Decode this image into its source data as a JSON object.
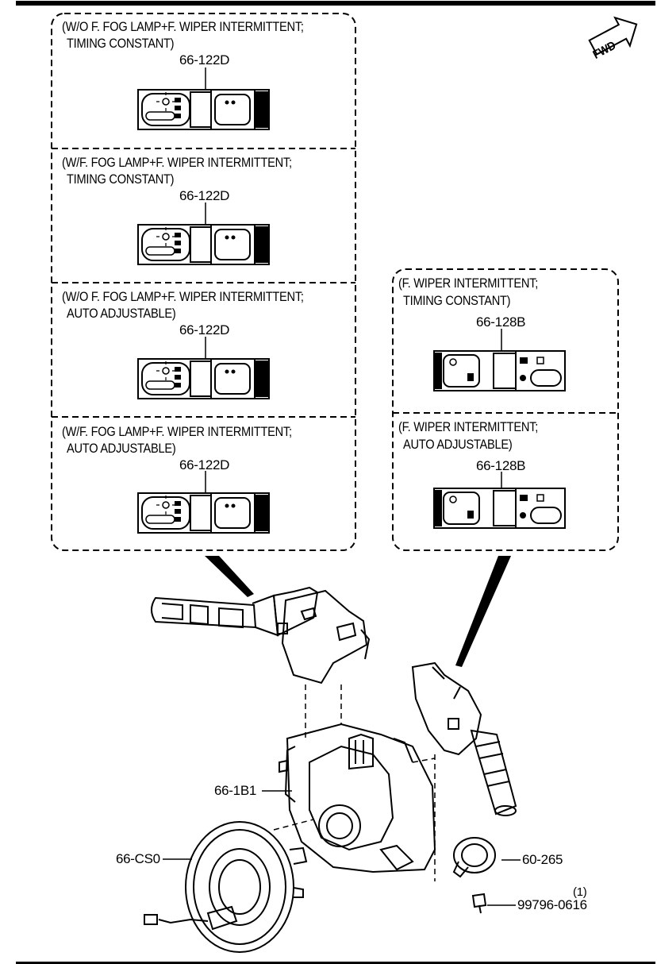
{
  "orientation": {
    "label": "FWD"
  },
  "left_variants": [
    {
      "condition_line1": "(W/O F. FOG LAMP+F. WIPER INTERMITTENT;",
      "condition_line2": "TIMING CONSTANT)",
      "part_number": "66-122D"
    },
    {
      "condition_line1": "(W/F. FOG LAMP+F. WIPER INTERMITTENT;",
      "condition_line2": "TIMING CONSTANT)",
      "part_number": "66-122D"
    },
    {
      "condition_line1": "(W/O F. FOG LAMP+F. WIPER INTERMITTENT;",
      "condition_line2": "AUTO ADJUSTABLE)",
      "part_number": "66-122D"
    },
    {
      "condition_line1": "(W/F. FOG LAMP+F. WIPER INTERMITTENT;",
      "condition_line2": "AUTO ADJUSTABLE)",
      "part_number": "66-122D"
    }
  ],
  "right_variants": [
    {
      "condition_line1": "(F. WIPER INTERMITTENT;",
      "condition_line2": "TIMING CONSTANT)",
      "part_number": "66-128B"
    },
    {
      "condition_line1": "(F. WIPER INTERMITTENT;",
      "condition_line2": "AUTO ADJUSTABLE)",
      "part_number": "66-128B"
    }
  ],
  "callouts": {
    "combination_switch": "66-1B1",
    "clock_spring": "66-CS0",
    "cancel_cam": "60-265",
    "screw": "99796-0616",
    "screw_qty": "(1)"
  }
}
